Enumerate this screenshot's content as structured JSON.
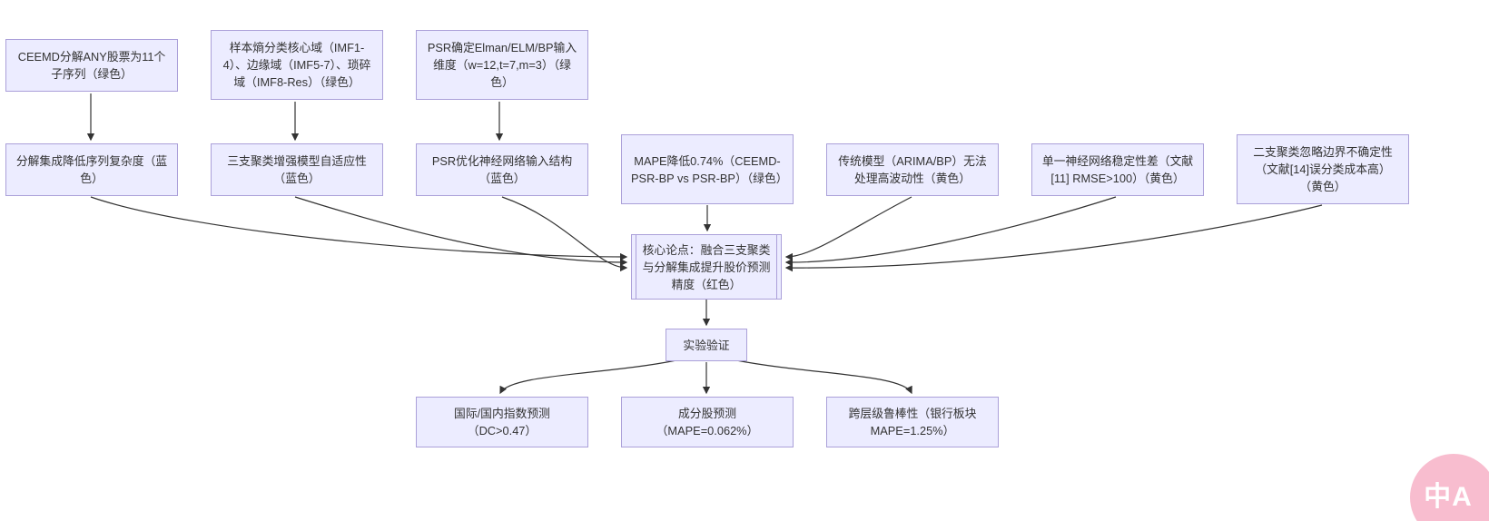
{
  "nodes": {
    "ceemd": {
      "label": "CEEMD分解ANY股票为11个子序列（绿色）"
    },
    "entropy": {
      "label": "样本熵分类核心域（IMF1-4）、边缘域（IMF5-7）、琐碎域（IMF8-Res）（绿色）"
    },
    "psr_dim": {
      "label": "PSR确定Elman/ELM/BP输入维度（w=12,t=7,m=3）（绿色）"
    },
    "decomp": {
      "label": "分解集成降低序列复杂度（蓝色）"
    },
    "threeway": {
      "label": "三支聚类增强模型自适应性（蓝色）"
    },
    "psr_opt": {
      "label": "PSR优化神经网络输入结构（蓝色）"
    },
    "mape": {
      "label": "MAPE降低0.74%（CEEMD-PSR-BP vs PSR-BP）（绿色）"
    },
    "traditional": {
      "label": "传统模型（ARIMA/BP）无法处理高波动性（黄色）"
    },
    "single_nn": {
      "label": "单一神经网络稳定性差（文献[11] RMSE>100）（黄色）"
    },
    "twoway": {
      "label": "二支聚类忽略边界不确定性（文献[14]误分类成本高）（黄色）"
    },
    "core": {
      "label": "核心论点：融合三支聚类与分解集成提升股价预测精度（红色）"
    },
    "experiment": {
      "label": "实验验证"
    },
    "index_pred": {
      "label": "国际/国内指数预测（DC>0.47）"
    },
    "constituent": {
      "label": "成分股预测（MAPE=0.062%）"
    },
    "robustness": {
      "label": "跨层级鲁棒性（银行板块 MAPE=1.25%）"
    }
  },
  "edges": [
    {
      "from": "ceemd",
      "to": "decomp"
    },
    {
      "from": "entropy",
      "to": "threeway"
    },
    {
      "from": "psr_dim",
      "to": "psr_opt"
    },
    {
      "from": "decomp",
      "to": "core"
    },
    {
      "from": "threeway",
      "to": "core"
    },
    {
      "from": "psr_opt",
      "to": "core"
    },
    {
      "from": "mape",
      "to": "core"
    },
    {
      "from": "traditional",
      "to": "core"
    },
    {
      "from": "single_nn",
      "to": "core"
    },
    {
      "from": "twoway",
      "to": "core"
    },
    {
      "from": "core",
      "to": "experiment"
    },
    {
      "from": "experiment",
      "to": "index_pred"
    },
    {
      "from": "experiment",
      "to": "constituent"
    },
    {
      "from": "experiment",
      "to": "robustness"
    }
  ],
  "badge": {
    "label": "中A"
  },
  "colors": {
    "node_fill": "#ECECFF",
    "node_border": "#ABA0D9",
    "edge": "#333333",
    "text": "#333333",
    "badge_bg": "#F8BDCF",
    "badge_text": "#FFFFFF"
  }
}
